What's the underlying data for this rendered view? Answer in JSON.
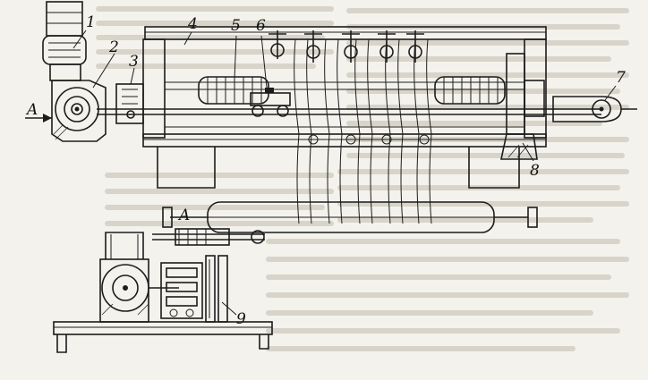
{
  "callouts": {
    "c1": "1",
    "c2": "2",
    "c3": "3",
    "c4": "4",
    "c5": "5",
    "c6": "6",
    "c7": "7",
    "c8": "8",
    "c9": "9"
  },
  "view_markers": {
    "arrow_label": "A",
    "view_label": "A"
  },
  "colors": {
    "ink": "#1c1c1c",
    "paper": "#f4f2ec",
    "bleed_text": "#d8d4ca"
  }
}
